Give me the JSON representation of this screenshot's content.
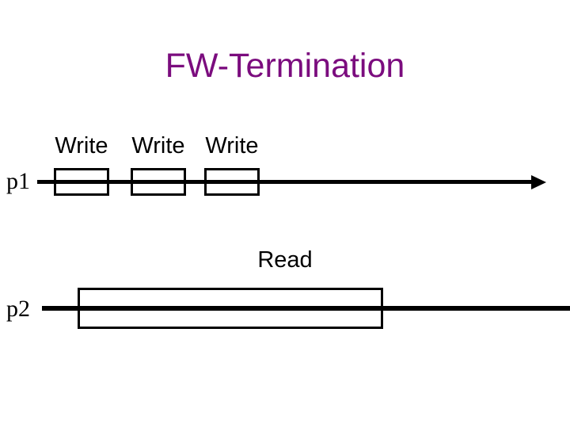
{
  "title": "FW-Termination",
  "colors": {
    "title": "#7B0C7E",
    "line": "#000000",
    "text": "#000000"
  },
  "p1": {
    "label": "p1",
    "events": [
      "Write",
      "Write",
      "Write"
    ]
  },
  "p2": {
    "label": "p2",
    "events": [
      "Read"
    ]
  }
}
